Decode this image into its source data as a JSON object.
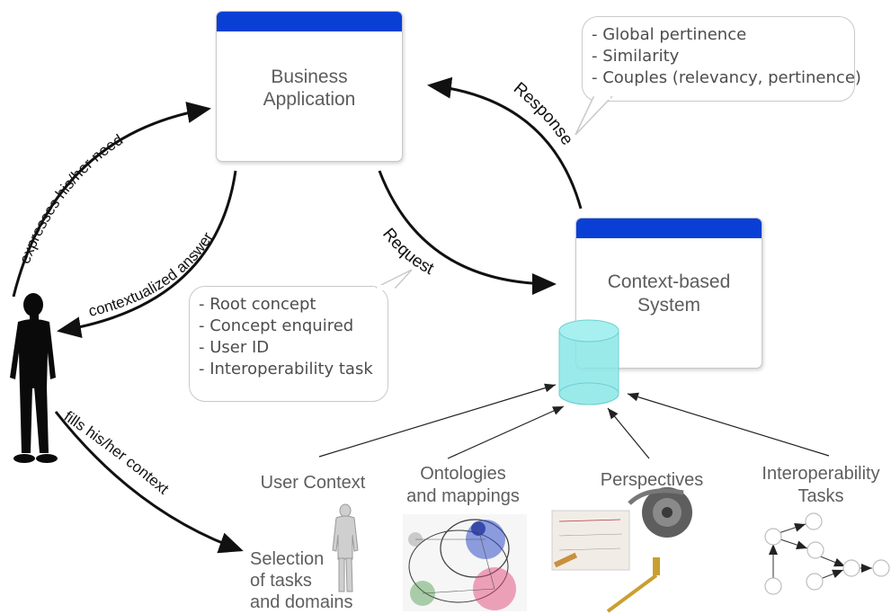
{
  "boxes": {
    "business_app": [
      "Business",
      "Application"
    ],
    "context_system": [
      "Context-based",
      "System"
    ]
  },
  "callouts": {
    "response_items": [
      "- Global pertinence",
      "- Similarity",
      "- Couples (relevancy, pertinence)"
    ],
    "request_items": [
      "- Root concept",
      "- Concept enquired",
      "- User ID",
      "- Interoperability task"
    ]
  },
  "arrows": {
    "expresses": "expresses his/her need",
    "contextualized": "contextualized answer",
    "request": "Request",
    "response": "Response",
    "fills": "fills his/her context"
  },
  "sources": {
    "user_context": "User Context",
    "ontologies": [
      "Ontologies",
      "and mappings"
    ],
    "perspectives": "Perspectives",
    "interop": [
      "Interoperability",
      "Tasks"
    ],
    "selection": [
      "Selection",
      "of tasks",
      "and domains"
    ]
  },
  "colors": {
    "box_header": "#0a3fd6",
    "database": "#7fe3e3"
  }
}
